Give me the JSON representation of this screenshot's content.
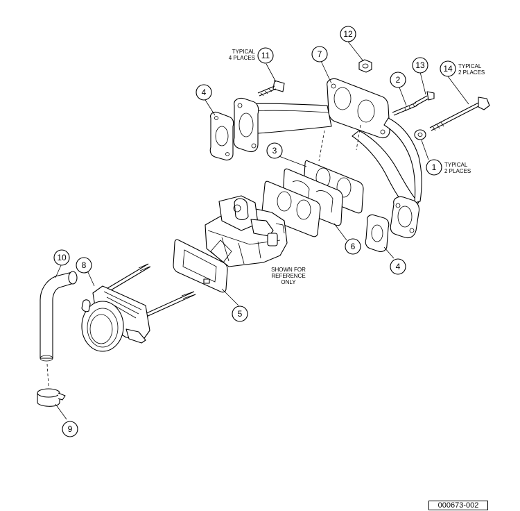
{
  "callouts": [
    {
      "id": "1",
      "label": "1"
    },
    {
      "id": "2",
      "label": "2"
    },
    {
      "id": "3",
      "label": "3"
    },
    {
      "id": "4a",
      "label": "4"
    },
    {
      "id": "4b",
      "label": "4"
    },
    {
      "id": "5",
      "label": "5"
    },
    {
      "id": "6",
      "label": "6"
    },
    {
      "id": "7",
      "label": "7"
    },
    {
      "id": "8",
      "label": "8"
    },
    {
      "id": "9",
      "label": "9"
    },
    {
      "id": "10",
      "label": "10"
    },
    {
      "id": "11",
      "label": "11"
    },
    {
      "id": "12",
      "label": "12"
    },
    {
      "id": "13",
      "label": "13"
    },
    {
      "id": "14",
      "label": "14"
    }
  ],
  "notes": {
    "typical_4_line1": "TYPICAL",
    "typical_4_line2": "4 PLACES",
    "typical_2_line1": "TYPICAL",
    "typical_2_line2": "2 PLACES",
    "typical_2b_line1": "TYPICAL",
    "typical_2b_line2": "2 PLACES",
    "reference_line1": "SHOWN FOR",
    "reference_line2": "REFERENCE",
    "reference_line3": "ONLY"
  },
  "document_number": "000673-002"
}
